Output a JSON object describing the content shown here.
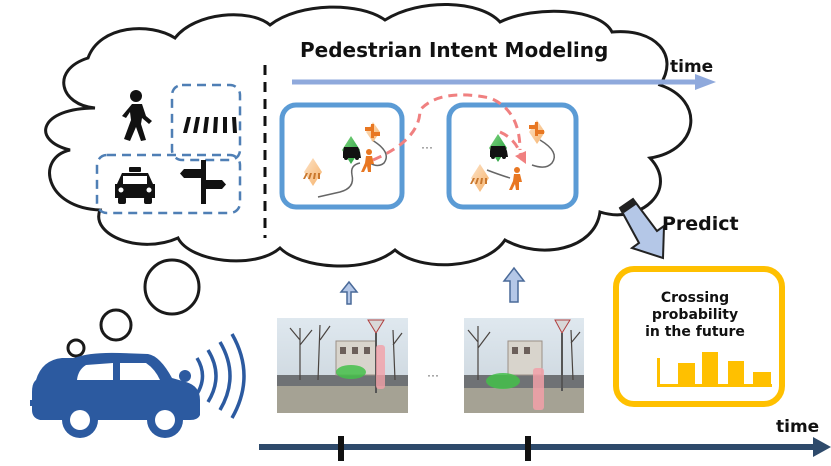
{
  "diagram": {
    "title": "Pedestrian Intent Modeling",
    "time_label_top": "time",
    "time_label_bottom": "time",
    "predict_label": "Predict",
    "output_text": [
      "Crossing",
      "probability",
      "in the future"
    ],
    "ellipsis": "···",
    "icons": [
      "pedestrian-icon",
      "crosswalk-icon",
      "taxi-icon",
      "traffic-sign-icon",
      "car-icon",
      "signal-waves-icon"
    ],
    "colors": {
      "cloud_stroke": "#1a1a1a",
      "graph_box": "#5b9bd5",
      "arrow_fill": "#b4c7e7",
      "arrow_stroke": "#6f8fb8",
      "timeline": "#2e4a6b",
      "car": "#2c5aa0",
      "output_border": "#ffc000",
      "output_bars": "#ffc000",
      "intent_edge": "#f08080",
      "pedestrian": "#e87722",
      "crosswalk": "#c9772d",
      "green_node": "#3cb043"
    }
  }
}
